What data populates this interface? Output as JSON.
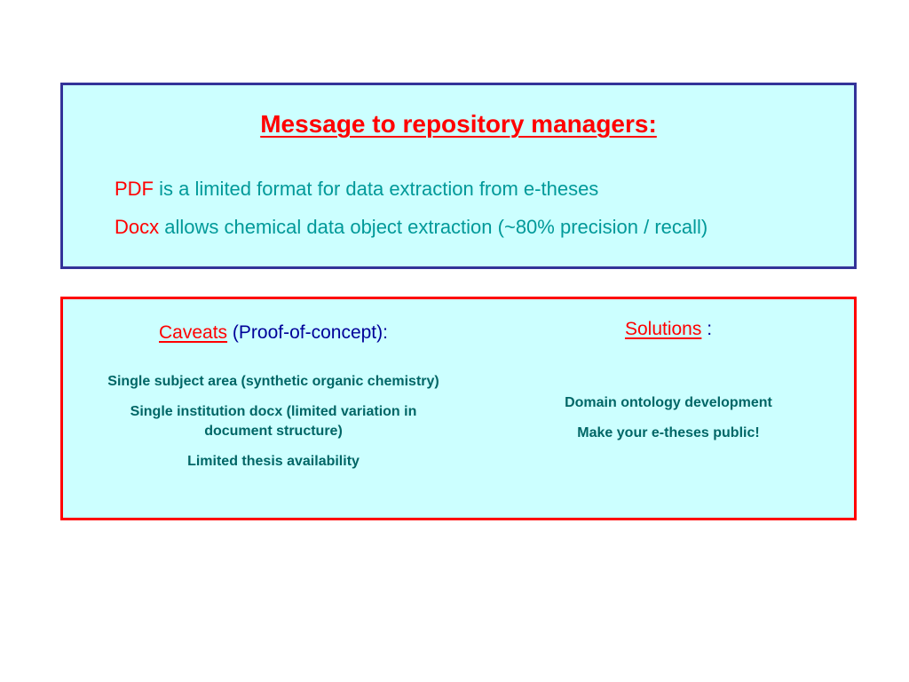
{
  "top_box": {
    "heading": "Message to repository managers:",
    "lines": [
      {
        "keyword": "PDF",
        "text": " is a limited format for data extraction from e-theses"
      },
      {
        "keyword": "Docx",
        "text": " allows chemical data object extraction (~80% precision / recall)"
      }
    ]
  },
  "bottom_box": {
    "caveats": {
      "title_link": "Caveats",
      "title_rest": " (Proof-of-concept):",
      "items": [
        "Single subject area (synthetic organic chemistry)",
        "Single institution docx (limited variation in document structure)",
        "Limited thesis availability"
      ]
    },
    "solutions": {
      "title_link": "Solutions",
      "title_rest": " :",
      "items": [
        "Domain ontology development",
        "Make your e-theses public!"
      ]
    }
  },
  "colors": {
    "top_border": "#333399",
    "bottom_border": "#ff0000",
    "box_fill": "#ccffff",
    "keyword_red": "#ff0000",
    "body_teal": "#009999"
  }
}
